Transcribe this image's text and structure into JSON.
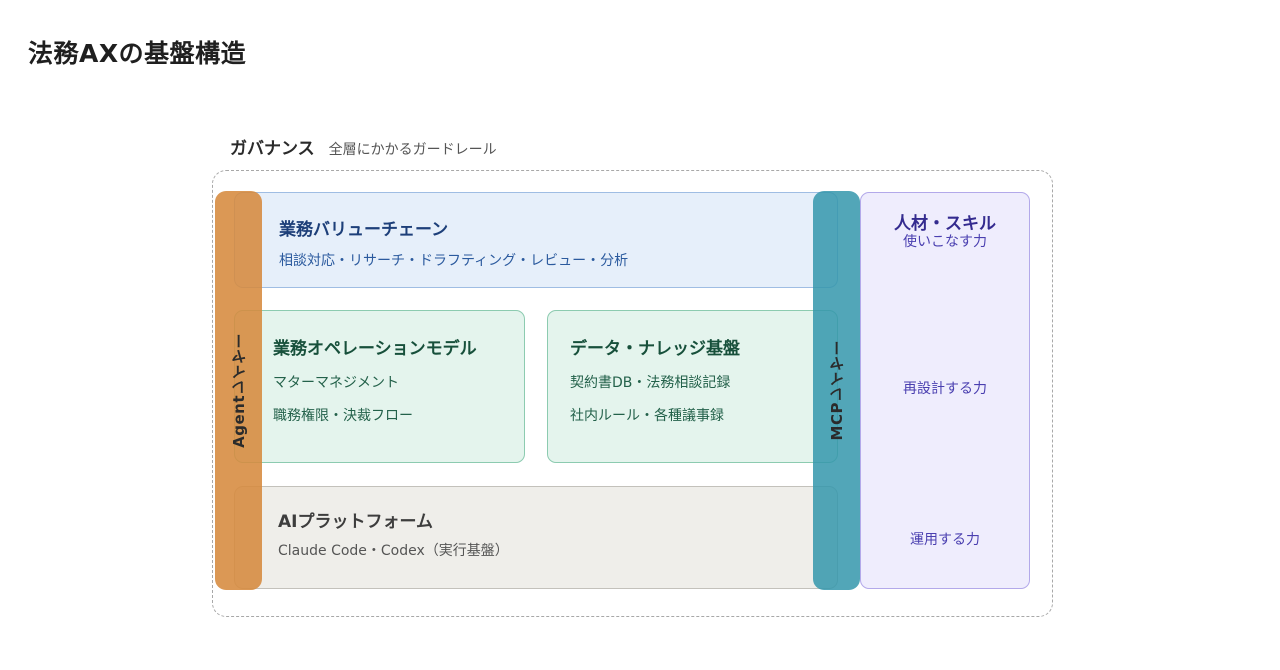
{
  "page": {
    "title": "法務AXの基盤構造"
  },
  "governance": {
    "title": "ガバナンス",
    "subtitle": "全層にかかるガードレール"
  },
  "value_chain": {
    "title": "業務バリューチェーン",
    "description": "相談対応・リサーチ・ドラフティング・レビュー・分析"
  },
  "operation_model": {
    "title": "業務オペレーションモデル",
    "line1": "マターマネジメント",
    "line2": "職務権限・決裁フロー"
  },
  "data_knowledge": {
    "title": "データ・ナレッジ基盤",
    "line1": "契約書DB・法務相談記録",
    "line2": "社内ルール・各種議事録"
  },
  "ai_platform": {
    "title": "AIプラットフォーム",
    "description": "Claude Code・Codex（実行基盤）"
  },
  "agent_layer": {
    "label": "Agentレイヤー",
    "color": "#d68a3e"
  },
  "mcp_layer": {
    "label": "MCPレイヤー",
    "color": "#3496ab"
  },
  "talent_skills": {
    "title": "人材・スキル",
    "items": [
      "使いこなす力",
      "再設計する力",
      "運用する力"
    ]
  }
}
